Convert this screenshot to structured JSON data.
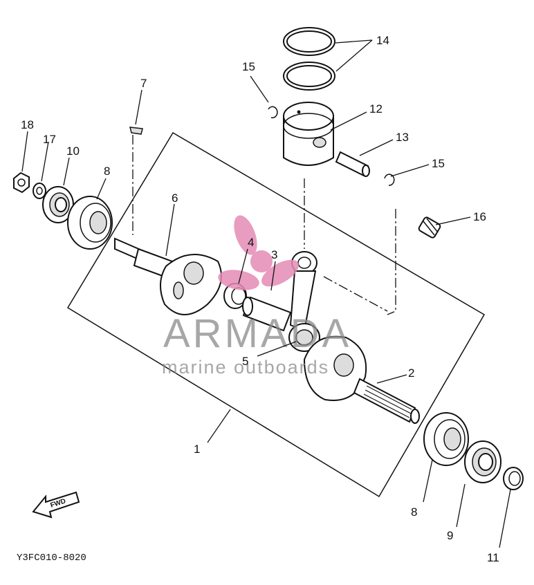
{
  "diagram": {
    "drawing_code": "Y3FC010-8020",
    "fwd_arrow_label": "FWD",
    "watermark": {
      "brand": "ARMADA",
      "tagline": "marine outboards",
      "color": "#e58bb4"
    },
    "callouts": [
      {
        "id": "c1",
        "label": "1"
      },
      {
        "id": "c2",
        "label": "2"
      },
      {
        "id": "c3",
        "label": "3"
      },
      {
        "id": "c4",
        "label": "4"
      },
      {
        "id": "c5",
        "label": "5"
      },
      {
        "id": "c6",
        "label": "6"
      },
      {
        "id": "c7",
        "label": "7"
      },
      {
        "id": "c8a",
        "label": "8"
      },
      {
        "id": "c8b",
        "label": "8"
      },
      {
        "id": "c9",
        "label": "9"
      },
      {
        "id": "c10",
        "label": "10"
      },
      {
        "id": "c11",
        "label": "11"
      },
      {
        "id": "c12",
        "label": "12"
      },
      {
        "id": "c13",
        "label": "13"
      },
      {
        "id": "c14",
        "label": "14"
      },
      {
        "id": "c15a",
        "label": "15"
      },
      {
        "id": "c15b",
        "label": "15"
      },
      {
        "id": "c16",
        "label": "16"
      },
      {
        "id": "c17",
        "label": "17"
      },
      {
        "id": "c18",
        "label": "18"
      }
    ]
  }
}
